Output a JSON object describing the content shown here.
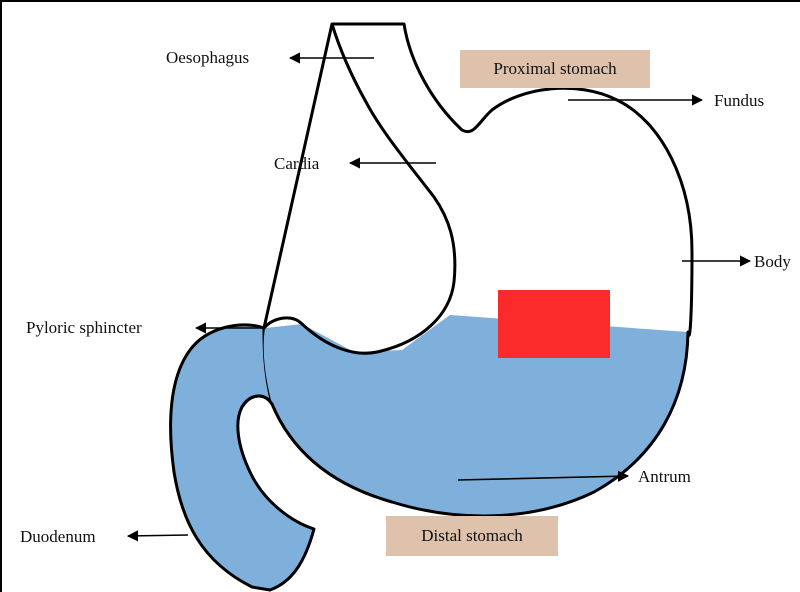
{
  "colors": {
    "fluid": "#7fb0dc",
    "outline": "#000000",
    "region_box": "#dfc2ac",
    "marker": "#fb2b2b"
  },
  "labels": {
    "oesophagus": "Oesophagus",
    "cardia": "Cardia",
    "fundus": "Fundus",
    "body": "Body",
    "pyloric_sphincter": "Pyloric sphincter",
    "antrum": "Antrum",
    "duodenum": "Duodenum"
  },
  "regions": {
    "proximal": "Proximal stomach",
    "distal": "Distal stomach"
  }
}
